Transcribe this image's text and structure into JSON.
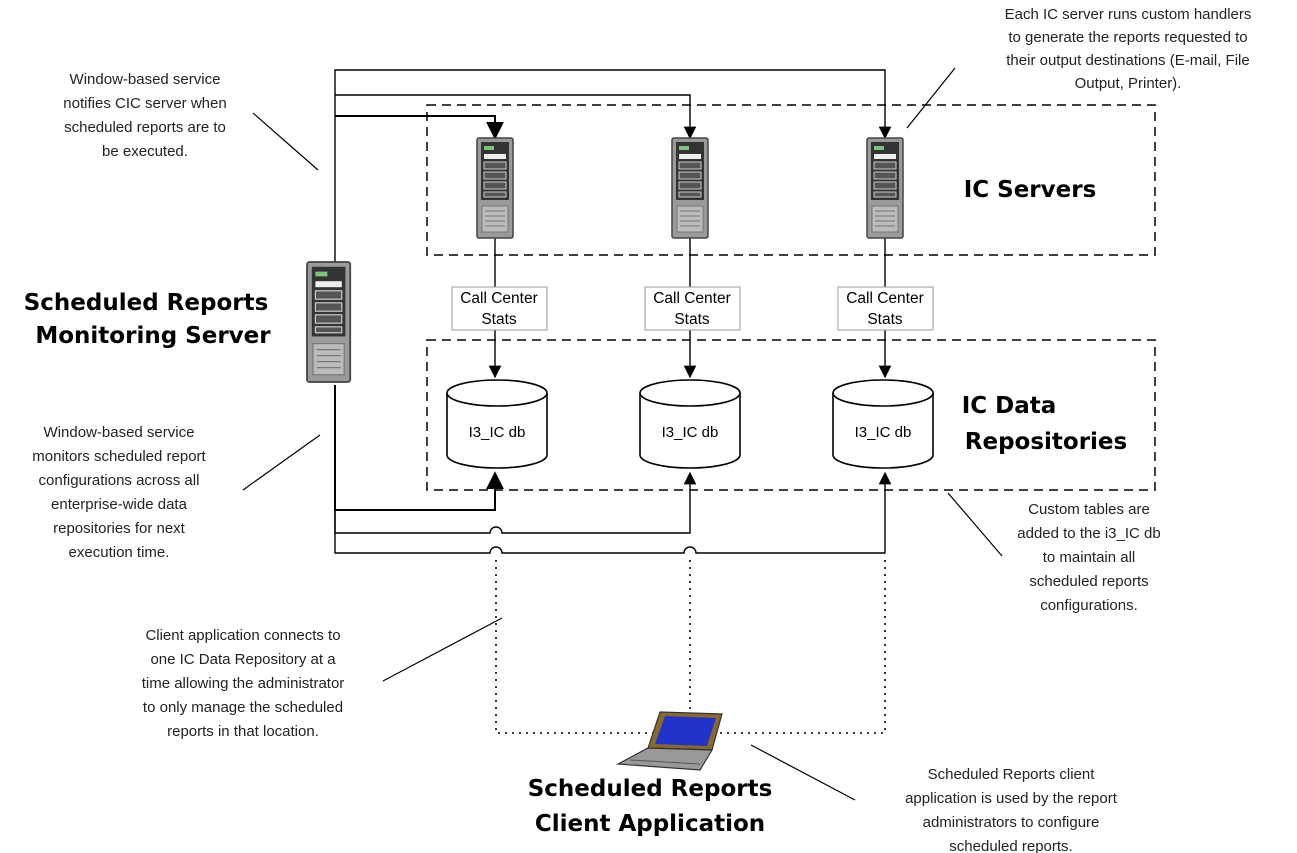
{
  "notes": {
    "ic_handlers": [
      "Each IC server runs custom handlers",
      "to generate the reports requested to",
      "their output destinations (E-mail, File",
      "Output, Printer)."
    ],
    "notify": [
      "Window-based service",
      "notifies CIC server when",
      "scheduled reports are to",
      "be executed."
    ],
    "monitor": [
      "Window-based service",
      "monitors scheduled report",
      "configurations across all",
      "enterprise-wide data",
      "repositories for next",
      "execution time."
    ],
    "custom_tables": [
      "Custom tables are",
      "added to the i3_IC db",
      "to maintain all",
      "scheduled reports",
      "configurations."
    ],
    "client_connects": [
      "Client application connects to",
      "one IC Data Repository at a",
      "time allowing the administrator",
      "to only manage the scheduled",
      "reports in that location."
    ],
    "client_used": [
      "Scheduled Reports client",
      "application is used by the report",
      "administrators to configure",
      "scheduled reports."
    ]
  },
  "titles": {
    "monitoring_server": [
      "Scheduled Reports",
      "Monitoring Server"
    ],
    "ic_servers": "IC Servers",
    "ic_data_repositories": [
      "IC Data",
      "Repositories"
    ],
    "client_application": [
      "Scheduled Reports",
      "Client Application"
    ]
  },
  "stats_label": [
    "Call Center",
    "Stats"
  ],
  "db_label": "I3_IC db",
  "colors": {
    "laptop_screen": "#2233cc",
    "server_body": "#9a9a9a",
    "server_panel": "#333333"
  }
}
